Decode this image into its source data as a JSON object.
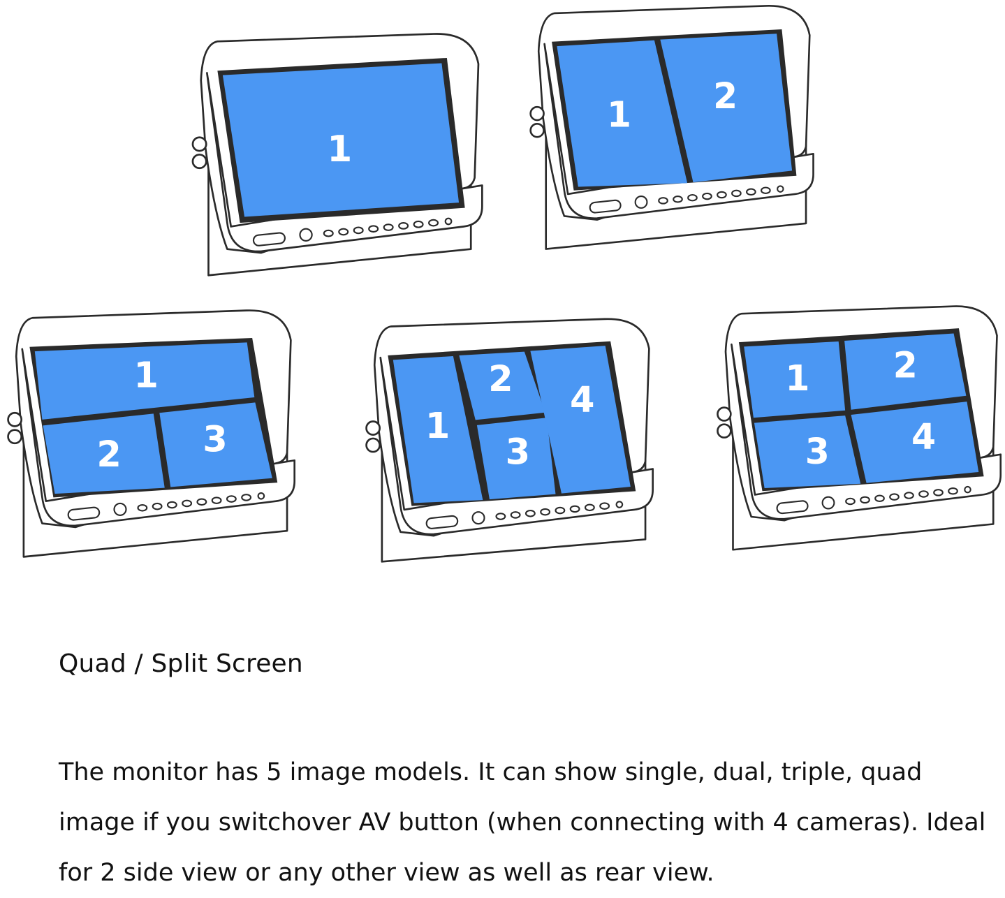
{
  "monitors": [
    {
      "name": "single",
      "labels": [
        "1"
      ]
    },
    {
      "name": "dual",
      "labels": [
        "1",
        "2"
      ]
    },
    {
      "name": "triple",
      "labels": [
        "1",
        "2",
        "3"
      ]
    },
    {
      "name": "quad-split",
      "labels": [
        "1",
        "2",
        "3",
        "4"
      ]
    },
    {
      "name": "quad",
      "labels": [
        "1",
        "2",
        "3",
        "4"
      ]
    }
  ],
  "caption": "Quad / Split Screen",
  "description": "The monitor has 5 image models. It can show single, dual, triple, quad image if you switchover AV button (when connecting with 4 cameras). Ideal for 2 side view or any other view as well as rear view.",
  "colors": {
    "screen": "#4b97f3",
    "outline": "#2a2a2a",
    "text": "#111111"
  }
}
